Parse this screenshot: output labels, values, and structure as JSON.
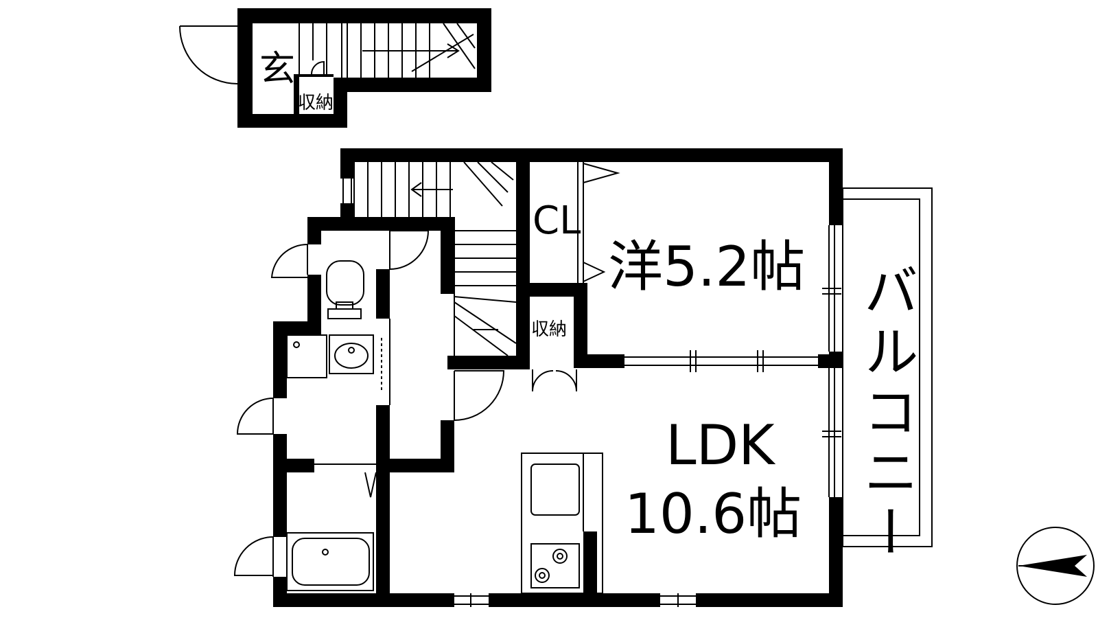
{
  "floor_plan": {
    "upper_entrance": {
      "entrance_label": "玄",
      "storage_label": "収納"
    },
    "rooms": {
      "closet_label": "CL",
      "western_room_label": "洋5.2帖",
      "storage_label": "収納",
      "ldk_label_line1": "LDK",
      "ldk_label_line2": "10.6帖",
      "balcony_label": "バルコニー"
    }
  },
  "compass": {
    "icon": "north-arrow-icon"
  },
  "colors": {
    "wall": "#000000",
    "line": "#000000",
    "background": "#ffffff"
  }
}
